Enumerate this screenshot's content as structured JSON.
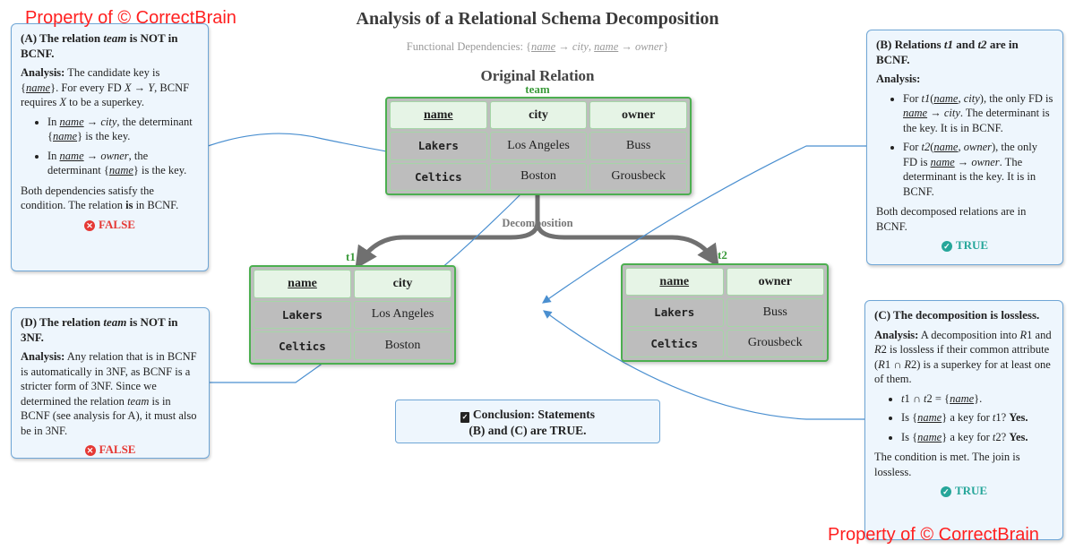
{
  "title": "Analysis of a Relational Schema Decomposition",
  "subtitle": [
    [
      "Functional Dependencies: {"
    ],
    [
      "name",
      "u i"
    ],
    [
      " → "
    ],
    [
      "city",
      "i"
    ],
    [
      ", "
    ],
    [
      "name",
      "u i"
    ],
    [
      " → "
    ],
    [
      "owner",
      "i"
    ],
    [
      "}"
    ]
  ],
  "original_heading": "Original Relation",
  "decomposition_label": "Decomposition",
  "relations": {
    "team": {
      "label": "team",
      "headers": [
        "name",
        "city",
        "owner"
      ],
      "rows": [
        [
          "Lakers",
          "Los Angeles",
          "Buss"
        ],
        [
          "Celtics",
          "Boston",
          "Grousbeck"
        ]
      ]
    },
    "t1": {
      "label": "t1",
      "headers": [
        "name",
        "city"
      ],
      "rows": [
        [
          "Lakers",
          "Los Angeles"
        ],
        [
          "Celtics",
          "Boston"
        ]
      ]
    },
    "t2": {
      "label": "t2",
      "headers": [
        "name",
        "owner"
      ],
      "rows": [
        [
          "Lakers",
          "Buss"
        ],
        [
          "Celtics",
          "Grousbeck"
        ]
      ]
    }
  },
  "boxes": {
    "A": {
      "heading": [
        [
          "(A) The relation "
        ],
        [
          "team",
          "i"
        ],
        [
          " is NOT in BCNF."
        ]
      ],
      "intro": [
        [
          "Analysis:",
          "b"
        ],
        [
          " The candidate key is {"
        ],
        [
          "name",
          "u i"
        ],
        [
          "}. For every FD "
        ],
        [
          "X",
          "i"
        ],
        [
          " → "
        ],
        [
          "Y",
          "i"
        ],
        [
          ", BCNF requires "
        ],
        [
          "X",
          "i"
        ],
        [
          " to be a superkey."
        ]
      ],
      "bullets": [
        [
          [
            "In "
          ],
          [
            "name",
            "u i"
          ],
          [
            " → "
          ],
          [
            "city",
            "i"
          ],
          [
            ", the determinant {"
          ],
          [
            "name",
            "u i"
          ],
          [
            "} is the key."
          ]
        ],
        [
          [
            "In "
          ],
          [
            "name",
            "u i"
          ],
          [
            " → "
          ],
          [
            "owner",
            "i"
          ],
          [
            ", the determinant {"
          ],
          [
            "name",
            "u i"
          ],
          [
            "} is the key."
          ]
        ]
      ],
      "outro": [
        [
          "Both dependencies satisfy the condition. The relation "
        ],
        [
          "is",
          "b"
        ],
        [
          " in BCNF."
        ]
      ],
      "verdict": "FALSE",
      "verdict_icon": "x-circle-icon"
    },
    "B": {
      "heading": [
        [
          "(B) Relations "
        ],
        [
          "t1",
          "i"
        ],
        [
          " and "
        ],
        [
          "t2",
          "i"
        ],
        [
          " are in BCNF."
        ]
      ],
      "intro": [
        [
          "Analysis:",
          "b"
        ]
      ],
      "bullets": [
        [
          [
            "For "
          ],
          [
            "t1",
            "i"
          ],
          [
            "("
          ],
          [
            "name",
            "u i"
          ],
          [
            ", "
          ],
          [
            "city",
            "i"
          ],
          [
            "), the only FD is "
          ],
          [
            "name",
            "u i"
          ],
          [
            " → "
          ],
          [
            "city",
            "i"
          ],
          [
            ". The determinant is the key. It is in BCNF."
          ]
        ],
        [
          [
            "For "
          ],
          [
            "t2",
            "i"
          ],
          [
            "("
          ],
          [
            "name",
            "u i"
          ],
          [
            ", "
          ],
          [
            "owner",
            "i"
          ],
          [
            "), the only FD is "
          ],
          [
            "name",
            "u i"
          ],
          [
            " → "
          ],
          [
            "owner",
            "i"
          ],
          [
            ". The determinant is the key. It is in BCNF."
          ]
        ]
      ],
      "outro": [
        [
          "Both decomposed relations are in BCNF."
        ]
      ],
      "verdict": "TRUE",
      "verdict_icon": "check-circle-icon"
    },
    "C": {
      "heading": [
        [
          "(C) The decomposition is lossless."
        ]
      ],
      "intro": [
        [
          "Analysis:",
          "b"
        ],
        [
          " A decomposition into "
        ],
        [
          "R",
          "i"
        ],
        [
          "1 and "
        ],
        [
          "R",
          "i"
        ],
        [
          "2 is lossless if their common attribute ("
        ],
        [
          "R",
          "i"
        ],
        [
          "1 ∩ "
        ],
        [
          "R",
          "i"
        ],
        [
          "2) is a superkey for at least one of them."
        ]
      ],
      "bullets": [
        [
          [
            "t",
            "i"
          ],
          [
            "1 ∩ "
          ],
          [
            "t",
            "i"
          ],
          [
            "2 = {"
          ],
          [
            "name",
            "u i"
          ],
          [
            "}."
          ]
        ],
        [
          [
            "Is {"
          ],
          [
            "name",
            "u i"
          ],
          [
            "} a key for "
          ],
          [
            "t",
            "i"
          ],
          [
            "1? "
          ],
          [
            "Yes.",
            "b"
          ]
        ],
        [
          [
            "Is {"
          ],
          [
            "name",
            "u i"
          ],
          [
            "} a key for "
          ],
          [
            "t",
            "i"
          ],
          [
            "2? "
          ],
          [
            "Yes.",
            "b"
          ]
        ]
      ],
      "outro": [
        [
          "The condition is met. The join is lossless."
        ]
      ],
      "verdict": "TRUE",
      "verdict_icon": "check-circle-icon"
    },
    "D": {
      "heading": [
        [
          "(D) The relation "
        ],
        [
          "team",
          "i"
        ],
        [
          " is NOT in 3NF."
        ]
      ],
      "intro": [
        [
          "Analysis:",
          "b"
        ],
        [
          " Any relation that is in BCNF is automatically in 3NF, as BCNF is a stricter form of 3NF. Since we determined the relation "
        ],
        [
          "team",
          "i"
        ],
        [
          " is in BCNF (see analysis for A), it must also be in 3NF."
        ]
      ],
      "bullets": [],
      "outro": [],
      "verdict": "FALSE",
      "verdict_icon": "x-circle-icon"
    }
  },
  "conclusion": {
    "icon": "clipboard-check-icon",
    "line1": "Conclusion: Statements",
    "line2": "(B) and (C) are TRUE."
  },
  "watermark": "Property of © CorrectBrain",
  "colors": {
    "relation_border": "#4caf50",
    "header_fill": "#e6f4e6",
    "box_fill": "#eef6fd",
    "box_border": "#6fa6d6",
    "connector": "#4a8fd0",
    "false": "#e53935",
    "true": "#26a69a",
    "arrow": "#707070"
  }
}
